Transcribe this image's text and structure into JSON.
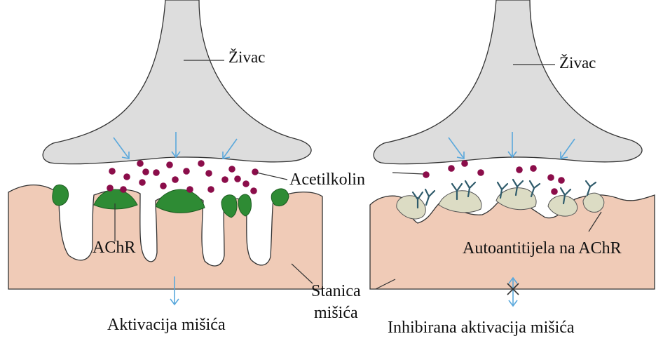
{
  "labels": {
    "nerve_left": "Živac",
    "nerve_right": "Živac",
    "acetylcholine": "Acetilkolin",
    "receptor": "AChR",
    "autoantibodies": "Autoantitijela na AChR",
    "muscle_cell_line1": "Stanica",
    "muscle_cell_line2": "mišića",
    "activation": "Aktivacija mišića",
    "inhibited_activation": "Inhibirana aktivacija mišića"
  },
  "colors": {
    "nerve": "#dddddd",
    "muscle": "#f0cbb7",
    "receptor": "#2e8b34",
    "blocked_receptor": "#dcdcc4",
    "acetylcholine": "#8b0d4a",
    "arrow": "#5aa8dc",
    "antibody": "#2f5b6b"
  }
}
